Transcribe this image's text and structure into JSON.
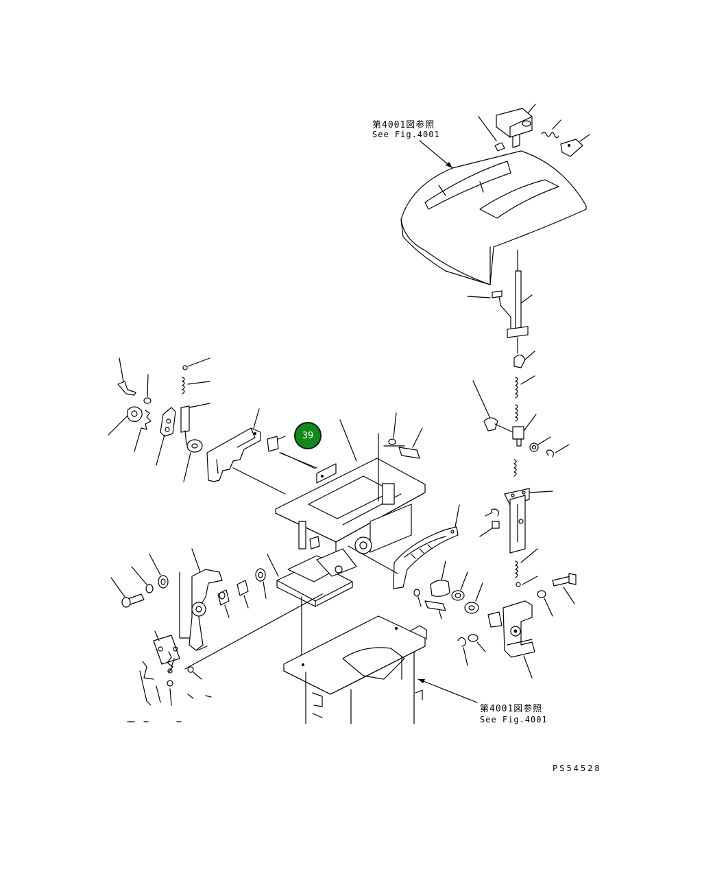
{
  "references": {
    "top": {
      "jp": "第4001図参照",
      "en": "See Fig.4001"
    },
    "bottom": {
      "jp": "第4001図参照",
      "en": "See Fig.4001"
    }
  },
  "callout": {
    "number": "39",
    "color": "#118a1c"
  },
  "drawing_code": "PS54528"
}
